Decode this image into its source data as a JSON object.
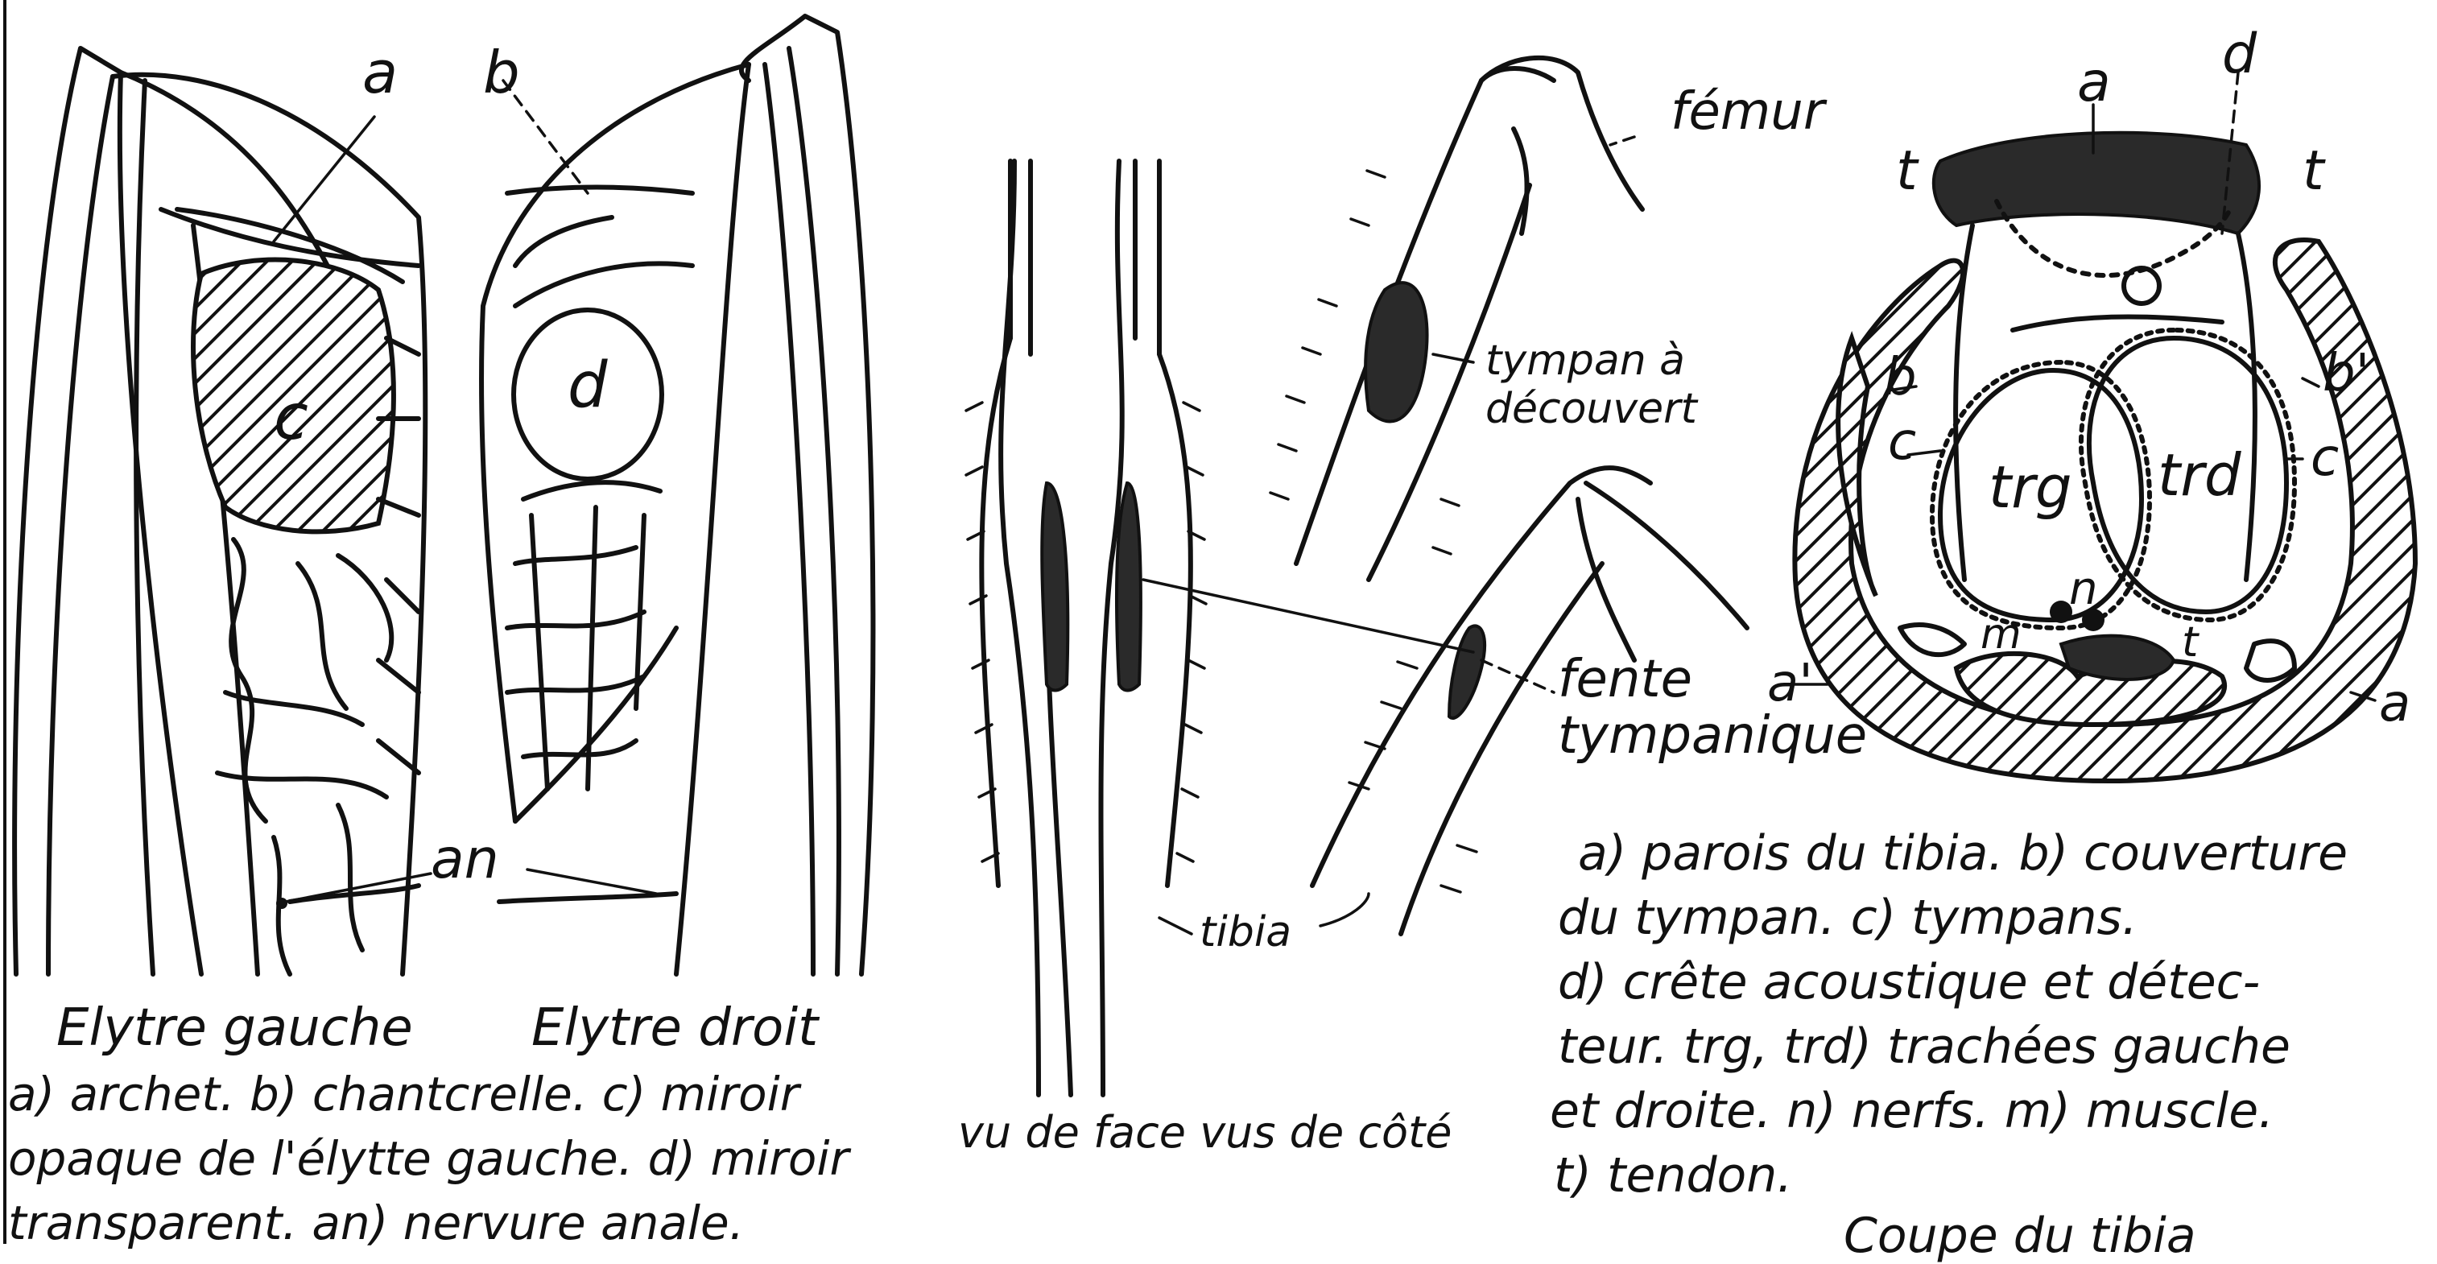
{
  "elytra_panel": {
    "label_a": "a",
    "label_b": "b",
    "label_c": "c",
    "label_d": "d",
    "label_an": "an",
    "title_left": "Elytre gauche",
    "title_right": "Elytre droit",
    "legend_lines": [
      "a) archet. b) chantcrelle. c) miroir",
      "opaque de l'élytte gauche. d) miroir",
      "transparent. an) nervure anale."
    ]
  },
  "leg_panel": {
    "label_femur": "fémur",
    "label_tympan_line1": "tympan à",
    "label_tympan_line2": "découvert",
    "label_fente_line1": "fente",
    "label_fente_line2": "tympanique",
    "label_tibia": "tibia",
    "caption": "vu de face   vus de côté"
  },
  "section_panel": {
    "labels": {
      "a_top": "a",
      "d_top": "d",
      "t_left": "t",
      "t_right": "t",
      "b_left": "b",
      "b_right": "b'",
      "c_left": "c",
      "c_right": "c",
      "trg": "trg",
      "trd": "trd",
      "n": "n",
      "m": "m",
      "t_inner": "t",
      "a_left": "a'",
      "a_right": "a"
    },
    "legend_lines": [
      "a) parois du tibia. b) couverture",
      "du tympan. c) tympans.",
      "d) crête acoustique et détec-",
      "teur. trg, trd) trachées gauche",
      "et droite. n) nerfs. m) muscle.",
      "t) tendon."
    ],
    "bottom_cut": "Coupe du tibia"
  }
}
